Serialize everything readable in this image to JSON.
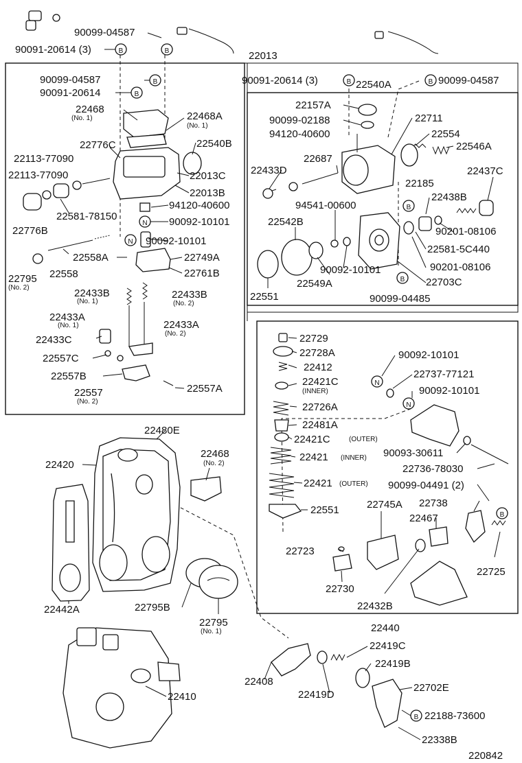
{
  "diagram_number": "220842",
  "labels": {
    "l_90099_04587_a": "90099-04587",
    "l_90091_20614_a": "90091-20614 (3)",
    "l_22013": "22013",
    "l_90099_04587_b": "90099-04587",
    "l_90091_20614_b": "90091-20614",
    "l_22468": "22468",
    "l_22468A": "22468A",
    "l_22540B": "22540B",
    "l_22776C": "22776C",
    "l_22113_77090_a": "22113-77090",
    "l_22113_77090_b": "22113-77090",
    "l_22013C": "22013C",
    "l_22013B": "22013B",
    "l_94120_40600_a": "94120-40600",
    "l_22776B": "22776B",
    "l_22581_78150": "22581-78150",
    "l_90092_10101_a": "90092-10101",
    "l_90092_10101_b": "90092-10101",
    "l_22558A": "22558A",
    "l_22749A": "22749A",
    "l_22795_a": "22795",
    "l_22558": "22558",
    "l_22761B": "22761B",
    "l_22433B_a": "22433B",
    "l_22433B_b": "22433B",
    "l_22433A_a": "22433A",
    "l_22433A_b": "22433A",
    "l_22433C": "22433C",
    "l_22557C": "22557C",
    "l_22557B": "22557B",
    "l_22557": "22557",
    "l_22557A": "22557A",
    "l_90091_20614_c": "90091-20614 (3)",
    "l_22540A": "22540A",
    "l_90099_04587_c": "90099-04587",
    "l_22157A": "22157A",
    "l_90099_02188": "90099-02188",
    "l_22711": "22711",
    "l_22554": "22554",
    "l_94120_40600_b": "94120-40600",
    "l_22546A": "22546A",
    "l_22433D": "22433D",
    "l_22687": "22687",
    "l_22437C": "22437C",
    "l_22185": "22185",
    "l_22438B": "22438B",
    "l_94541_00600": "94541-00600",
    "l_22542B": "22542B",
    "l_90201_08106_a": "90201-08106",
    "l_22581_5C440": "22581-5C440",
    "l_90092_10101_c": "90092-10101",
    "l_90201_08106_b": "90201-08106",
    "l_22549A": "22549A",
    "l_22703C": "22703C",
    "l_22551_a": "22551",
    "l_90099_04485": "90099-04485",
    "l_22729": "22729",
    "l_22728A": "22728A",
    "l_90092_10101_d": "90092-10101",
    "l_22412": "22412",
    "l_22737_77121": "22737-77121",
    "l_22421C_a": "22421C",
    "l_90092_10101_e": "90092-10101",
    "l_22726A": "22726A",
    "l_22481A": "22481A",
    "l_22421C_b": "22421C",
    "l_90093_30611": "90093-30611",
    "l_22421_a": "22421",
    "l_22736_78030": "22736-78030",
    "l_22421_b": "22421",
    "l_90099_04491": "90099-04491 (2)",
    "l_22551_b": "22551",
    "l_22745A": "22745A",
    "l_22738": "22738",
    "l_22467": "22467",
    "l_22723": "22723",
    "l_22725": "22725",
    "l_22730": "22730",
    "l_22432B": "22432B",
    "l_22440": "22440",
    "l_22480E": "22480E",
    "l_22420": "22420",
    "l_22468_b": "22468",
    "l_22442A": "22442A",
    "l_22795B": "22795B",
    "l_22795_b": "22795",
    "l_22419C": "22419C",
    "l_22419B": "22419B",
    "l_22408": "22408",
    "l_22419D": "22419D",
    "l_22702E": "22702E",
    "l_22188_73600": "22188-73600",
    "l_22410": "22410",
    "l_22338B": "22338B"
  },
  "sub_labels": {
    "s_no1_a": "(No. 1)",
    "s_no1_b": "(No. 1)",
    "s_no2_a": "(No. 2)",
    "s_no1_c": "(No. 1)",
    "s_no2_b": "(No. 2)",
    "s_no1_d": "(No. 1)",
    "s_no2_c": "(No. 2)",
    "s_no2_d": "(No. 2)",
    "s_inner_a": "(INNER)",
    "s_outer_a": "(OUTER)",
    "s_inner_b": "(INNER)",
    "s_outer_b": "(OUTER)",
    "s_no2_e": "(No. 2)",
    "s_no1_e": "(No. 1)"
  },
  "markers": {
    "b": "B",
    "n": "N"
  }
}
